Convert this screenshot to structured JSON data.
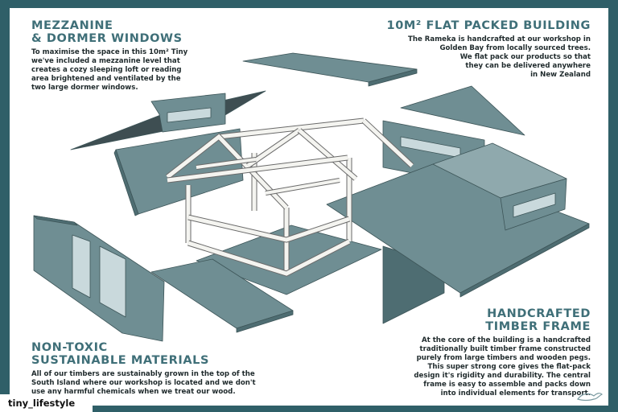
{
  "sections": {
    "mezzanine": {
      "heading_line1": "MEZZANINE",
      "heading_line2": "& DORMER WINDOWS",
      "lines": [
        "To maximise the space in this 10m² Tiny",
        "we've included a mezzanine level that",
        "creates a cozy sleeping loft or reading",
        "area brightened and ventilated by the",
        "two large dormer windows."
      ]
    },
    "flatpack": {
      "heading": "10m² FLAT PACKED BUILDING",
      "lines": [
        "The Rameka is handcrafted at our workshop in",
        "Golden Bay from locally sourced trees.",
        "We flat pack our products so that",
        "they can be delivered anywhere",
        "in New Zealand"
      ]
    },
    "timber": {
      "heading_line1": "HANDCRAFTED",
      "heading_line2": "TIMBER FRAME",
      "lines": [
        "At the core of the building is a handcrafted",
        "traditionally built timber frame constructed",
        "purely from large timbers and wooden pegs.",
        "This super strong core gives the flat-pack",
        "design it's rigidity and durability. The central",
        "frame is easy to assemble and packs down",
        "into individual elements for transport."
      ]
    },
    "nontoxic": {
      "heading_line1": "NON-TOXIC",
      "heading_line2": "SUSTAINABLE MATERIALS",
      "lines": [
        "All of our timbers are sustainably grown in the top of the",
        "South Island where our workshop is located and we don't",
        "use any harmful chemicals when we treat our wood."
      ]
    }
  },
  "watermark": {
    "text": "tiny_lifestyle"
  },
  "icons": {
    "watermark_logo": "bird-logo-icon"
  },
  "colors": {
    "frame_background": "#2f5f68",
    "heading": "#3f6f78",
    "panel_fill": "#6f8e93",
    "panel_dark": "#4e6d72",
    "panel_light": "#8fa9ad",
    "timber": "#f4f4f0",
    "timber_stroke": "#6a6a6a"
  }
}
